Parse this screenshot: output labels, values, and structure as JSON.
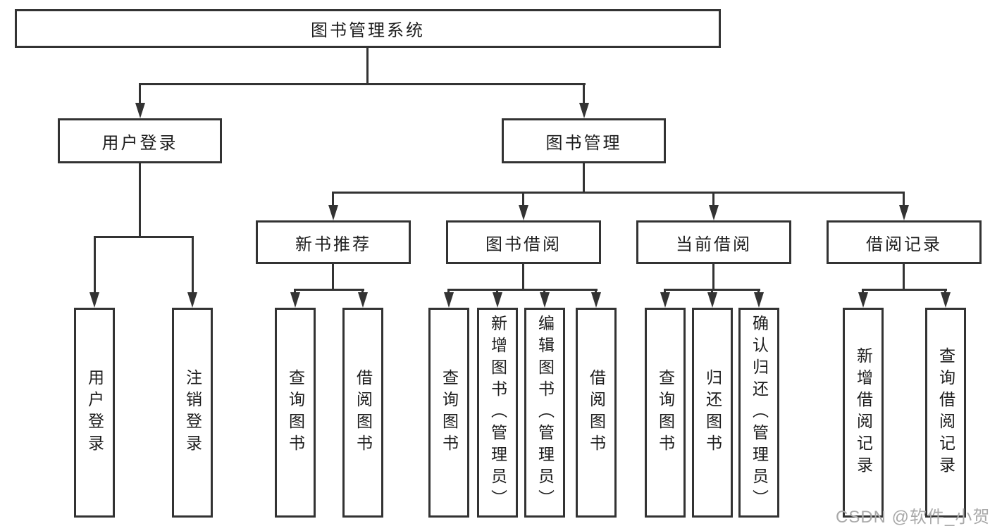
{
  "title": "图书管理系统",
  "tree": {
    "root": "图书管理系统",
    "user_login": {
      "label": "用户登录",
      "children": [
        "用户登录",
        "注销登录"
      ]
    },
    "book_management": {
      "label": "图书管理"
    },
    "new_book": {
      "label": "新书推荐",
      "children": [
        "查询图书",
        "借阅图书"
      ]
    },
    "book_borrow": {
      "label": "图书借阅",
      "children": [
        "查询图书",
        "新增图书（管理员）",
        "编辑图书（管理员）",
        "借阅图书"
      ]
    },
    "current_borrow": {
      "label": "当前借阅",
      "children": [
        "查询图书",
        "归还图书",
        "确认归还（管理员）"
      ]
    },
    "borrow_record": {
      "label": "借阅记录",
      "children": [
        "新增借阅记录",
        "查询借阅记录"
      ]
    }
  },
  "watermark": "CSDN @软件_小贺同学",
  "colors": {
    "line": "#333333",
    "text": "#1d1d1d",
    "watermark": "#a9a9a9",
    "background": "#ffffff"
  }
}
